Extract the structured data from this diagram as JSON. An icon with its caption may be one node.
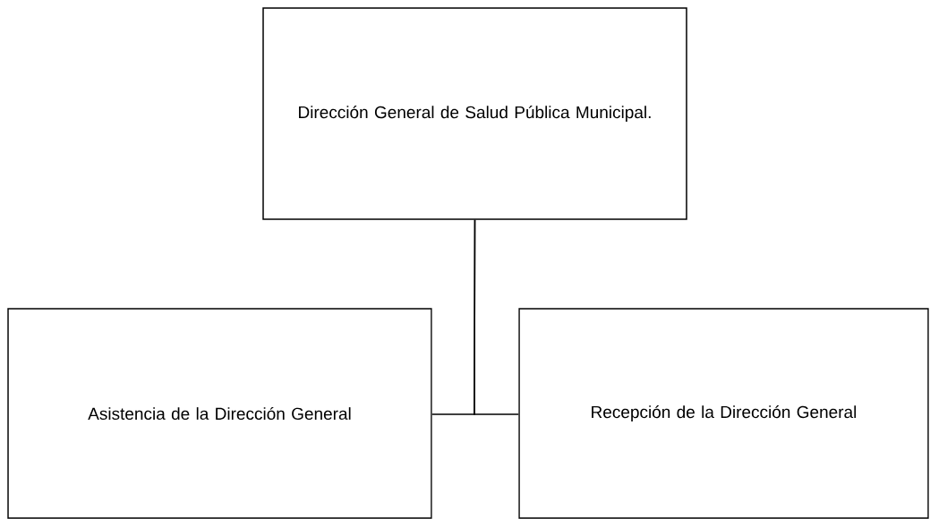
{
  "diagram": {
    "nodes": [
      {
        "text": [
          "Dirección General de Salud Pública Municipal."
        ]
      },
      {
        "text": [
          "Asistencia de la Dirección General"
        ]
      },
      {
        "text": [
          "Recepción de la Dirección General"
        ]
      }
    ],
    "edges": [
      {
        "from": 0,
        "to": 1,
        "arrow": "none"
      },
      {
        "from": 0,
        "to": 2,
        "arrow": "none"
      }
    ]
  }
}
